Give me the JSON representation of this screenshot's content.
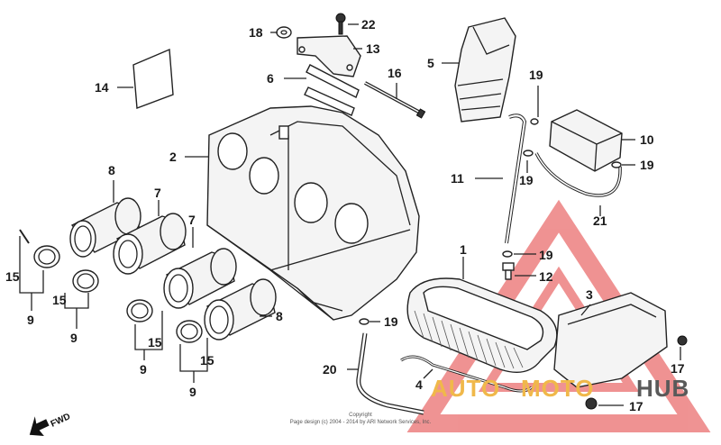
{
  "diagram": {
    "callouts": [
      {
        "label": "22"
      },
      {
        "label": "18"
      },
      {
        "label": "13"
      },
      {
        "label": "5"
      },
      {
        "label": "14"
      },
      {
        "label": "6"
      },
      {
        "label": "16"
      },
      {
        "label": "19"
      },
      {
        "label": "2"
      },
      {
        "label": "10"
      },
      {
        "label": "19"
      },
      {
        "label": "8"
      },
      {
        "label": "11"
      },
      {
        "label": "19"
      },
      {
        "label": "7"
      },
      {
        "label": "21"
      },
      {
        "label": "7"
      },
      {
        "label": "1"
      },
      {
        "label": "19"
      },
      {
        "label": "15"
      },
      {
        "label": "12"
      },
      {
        "label": "15"
      },
      {
        "label": "3"
      },
      {
        "label": "9"
      },
      {
        "label": "8"
      },
      {
        "label": "9"
      },
      {
        "label": "15"
      },
      {
        "label": "19"
      },
      {
        "label": "9"
      },
      {
        "label": "15"
      },
      {
        "label": "20"
      },
      {
        "label": "9"
      },
      {
        "label": "4"
      },
      {
        "label": "17"
      },
      {
        "label": "17"
      }
    ],
    "direction_label": "FWD",
    "copyright_line1": "Copyright",
    "copyright_line2": "Page design (c) 2004 - 2014 by ARI Network Services, Inc."
  },
  "watermark": {
    "part1": "AUTO",
    "part2": "MOTO",
    "part3": "HUB",
    "color_red": "#e23a3a",
    "color_yellow": "#f0b84a"
  }
}
